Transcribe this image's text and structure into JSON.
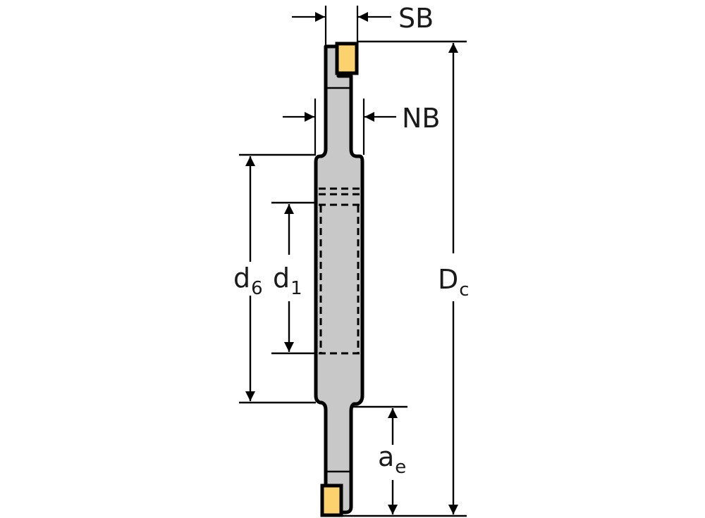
{
  "diagram": {
    "type": "technical-drawing",
    "subject": "side-and-face milling cutter cross-section",
    "colors": {
      "body_fill": "#c8c8c8",
      "insert_fill": "#fcd26e",
      "outline": "#000000",
      "background": "#ffffff"
    }
  },
  "labels": {
    "sb": {
      "main": "SB",
      "sub": ""
    },
    "nb": {
      "main": "NB",
      "sub": ""
    },
    "d6": {
      "main": "d",
      "sub": "6"
    },
    "d1": {
      "main": "d",
      "sub": "1"
    },
    "dc": {
      "main": "D",
      "sub": "c"
    },
    "ae": {
      "main": "a",
      "sub": "e"
    }
  }
}
